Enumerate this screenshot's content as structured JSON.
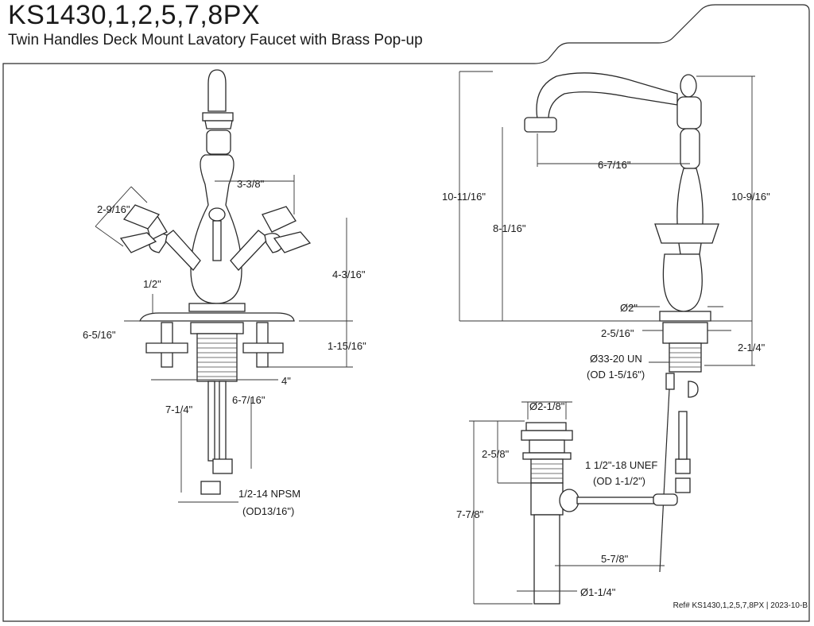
{
  "header": {
    "title": "KS1430,1,2,5,7,8PX",
    "subtitle": "Twin Handles Deck Mount Lavatory Faucet with Brass Pop-up"
  },
  "footer": {
    "ref": "Ref# KS1430,1,2,5,7,8PX | 2023-10-B"
  },
  "front_view": {
    "dims": {
      "handle_width": "2-9/16\"",
      "handle_spread": "3-3/8\"",
      "spout_base": "1/2\"",
      "body_height": "4-3/16\"",
      "plate_width": "6-5/16\"",
      "mount_depth": "1-15/16\"",
      "shank_spacing": "4\"",
      "supply_length": "7-1/4\"",
      "center_length": "6-7/16\"",
      "supply_thread": "1/2-14 NPSM",
      "supply_od": "(OD13/16\")"
    }
  },
  "side_view": {
    "dims": {
      "spout_reach": "6-7/16\"",
      "overall_height": "10-11/16\"",
      "spout_height": "8-1/16\"",
      "top_height": "10-9/16\"",
      "base_diameter": "Ø2\"",
      "base_width": "2-5/16\"",
      "shank_length": "2-1/4\"",
      "shank_thread": "Ø33-20 UN",
      "shank_od": "(OD 1-5/16\")"
    }
  },
  "drain_view": {
    "dims": {
      "flange_diameter": "Ø2-1/8\"",
      "body_height": "2-5/8\"",
      "thread": "1 1/2\"-18 UNEF",
      "thread_od": "(OD 1-1/2\")",
      "overall_height": "7-7/8\"",
      "rod_length": "5-7/8\"",
      "tail_diameter": "Ø1-1/4\""
    }
  }
}
